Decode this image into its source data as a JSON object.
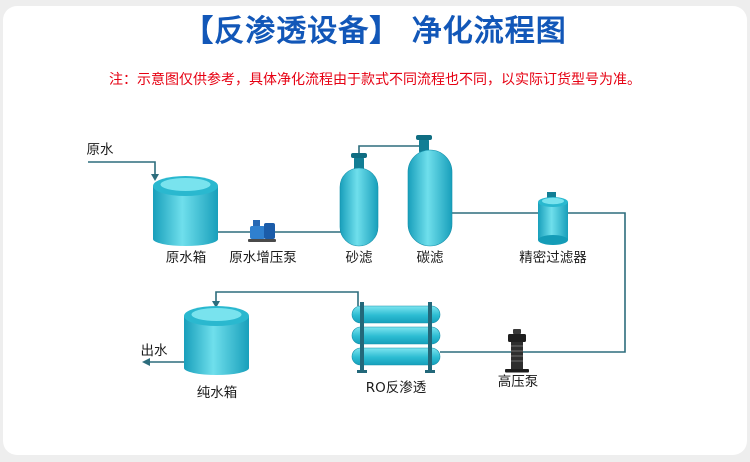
{
  "header": {
    "title": "【反渗透设备】 净化流程图",
    "note": "注：示意图仅供参考，具体净化流程由于款式不同流程也不同，以实际订货型号为准。"
  },
  "diagram": {
    "labels": {
      "raw_water": "原水",
      "raw_water_tank": "原水箱",
      "booster_pump": "原水增压泵",
      "sand_filter": "砂滤",
      "carbon_filter": "碳滤",
      "precision_filter": "精密过滤器",
      "water_out": "出水",
      "pure_water_tank": "纯水箱",
      "ro_unit": "RO反渗透",
      "high_pressure_pump": "高压泵"
    },
    "colors": {
      "title_blue": "#1257b8",
      "note_red": "#e60012",
      "equipment_cyan": "#2fc3d9",
      "equipment_cyan_dark": "#149cb7",
      "pipe_line": "#2d6d7d",
      "pump_blue": "#2f80cf",
      "high_pressure_pump_dark": "#2e2e2e"
    }
  }
}
